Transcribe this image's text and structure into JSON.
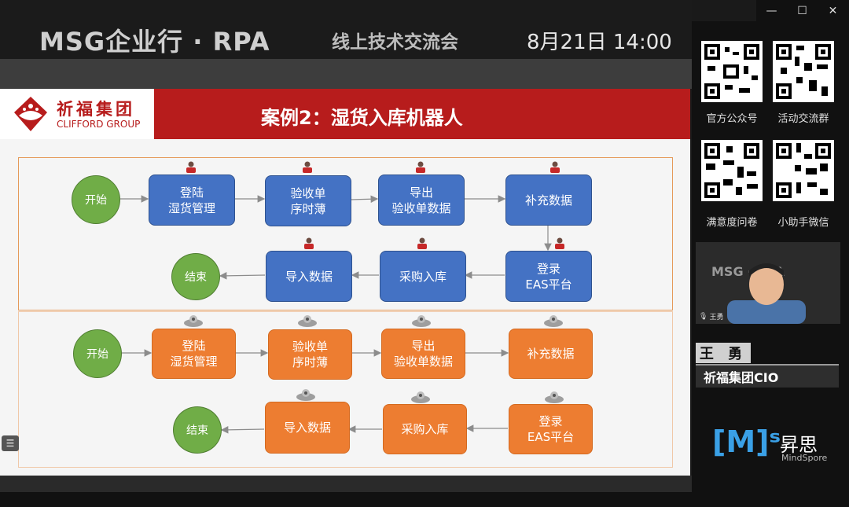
{
  "window": {
    "minimize": "—",
    "maximize": "☐",
    "close": "✕"
  },
  "banner": {
    "title": "MSG企业行 · RPA",
    "subtitle": "线上技术交流会",
    "date": "8月21日 14:00"
  },
  "slide": {
    "logo_cn": "祈福集团",
    "logo_en": "CLIFFORD GROUP",
    "title": "案例2：湿货入库机器人",
    "flow_blue": {
      "start": "开始",
      "end": "结束",
      "steps": [
        "登陆\n湿货管理",
        "验收单\n序时薄",
        "导出\n验收单数据",
        "补充数据",
        "登录\nEAS平台",
        "采购入库",
        "导入数据"
      ]
    },
    "flow_orange": {
      "start": "开始",
      "end": "结束",
      "steps": [
        "登陆\n湿货管理",
        "验收单\n序时薄",
        "导出\n验收单数据",
        "补充数据",
        "登录\nEAS平台",
        "采购入库",
        "导入数据"
      ]
    }
  },
  "panel": {
    "qr_labels": [
      "官方公众号",
      "活动交流群",
      "满意度问卷",
      "小助手微信"
    ],
    "video_overlay": "MSG · RPA",
    "speaker_tag": "王勇",
    "speaker_name": "王 勇",
    "speaker_title": "祈福集团CIO",
    "brand_logo": "[M]ˢ",
    "brand_cn": "昇思",
    "brand_en": "MindSpore"
  },
  "colors": {
    "header_red": "#b71c1c",
    "node_blue": "#4472c4",
    "node_orange": "#ed7d31",
    "circle_green": "#70ad47"
  }
}
